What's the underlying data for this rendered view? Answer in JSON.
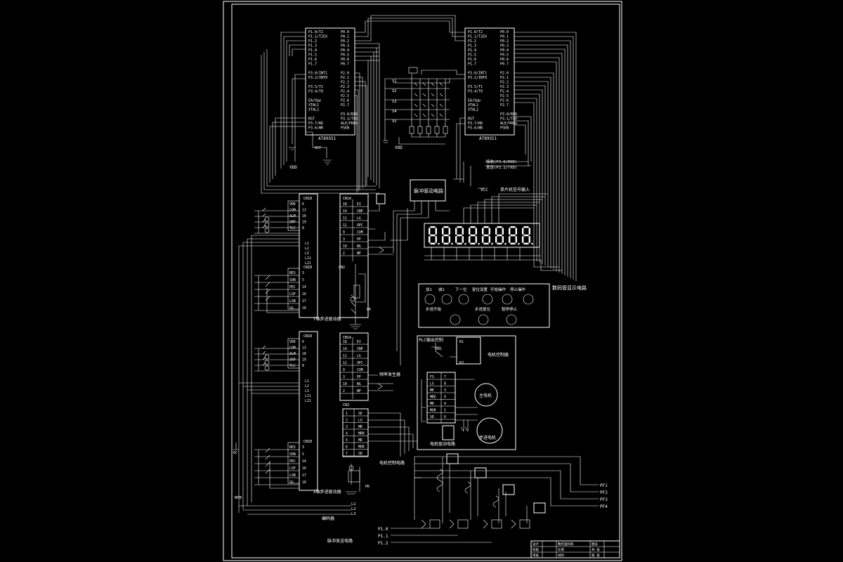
{
  "mcu_pins": {
    "left": [
      "P1.0/T2",
      "P1.1/T2EX",
      "P1.2",
      "P1.3",
      "P1.4",
      "P1.5",
      "P1.6",
      "P1.7",
      "",
      "P3.0/INT1",
      "P3.2/INT0",
      "",
      "P3.5/T1",
      "P3.4/T0",
      "",
      "EA/Vpp",
      "XTAL1",
      "XTAL2",
      "",
      "RST",
      "P3.7/RD",
      "P3.6/WR"
    ],
    "right": [
      "P0.0",
      "P0.1",
      "P0.2",
      "P0.3",
      "P0.4",
      "P0.5",
      "P0.6",
      "P0.7",
      "",
      "P2.0",
      "P2.1",
      "P2.2",
      "P2.3",
      "P2.4",
      "P2.5",
      "P2.6",
      "P2.7",
      "",
      "P3.0/RXD",
      "P3.1/TXD",
      "ALE/PROG",
      "PSEN"
    ],
    "chip1": "AT89S51",
    "chip2": "AT89S51"
  },
  "labels": {
    "vdd1": "VDD",
    "vdd2": "VDD",
    "vcc": "VCC",
    "matrix_keys": [
      "S1",
      "S2",
      "S3",
      "S4",
      "S5"
    ],
    "serial": [
      "接收(P3.0/RXD)",
      "发送(P3.1/TXD)"
    ],
    "mcu_signal": "单片机信号输入",
    "pulse_box": "脉冲驱动电路",
    "display_circuit": "数码管显示电路",
    "cn1": "CN1A",
    "cn3": "CN3",
    "cn2": "CN2",
    "pk": "PK",
    "driver_y": "Y轴步进驱动器",
    "driver_x": "X轴步进驱动器",
    "encoder": "编码器",
    "motor_control": "电机控制电路",
    "freq_in": "频率发生器",
    "plc": "PLC输出控制",
    "motor1": "主电机",
    "motor2": "步进电机",
    "inverter": "电机控制器",
    "servo_circuit": "电机驱动电路",
    "pulse_out": "脉冲发送电路",
    "nfb": "NFB",
    "phase": [
      "L1",
      "L2",
      "L3"
    ],
    "p_out": [
      "P1.0",
      "P1.1",
      "P1.2"
    ],
    "pf_out": [
      "PF1",
      "PF2",
      "PF3",
      "PF4"
    ]
  },
  "cn1_pins": {
    "left": [
      "VDD",
      "COM",
      "ALM",
      "SRP",
      "TLC"
    ],
    "left_num": [
      "6",
      "13",
      "10",
      "19",
      "8"
    ],
    "mid": [
      "L1",
      "L2",
      "L3",
      "L11",
      "L21"
    ],
    "bottom": [
      "RES",
      "SON",
      "PEC",
      "LSP",
      "LSN",
      "SG"
    ],
    "bottom_num": [
      "3",
      "5",
      "14",
      "16",
      "17",
      "10"
    ]
  },
  "cn_right": {
    "name": [
      "EI",
      "INP",
      "LG",
      "OPC",
      "COM",
      "PP",
      "NG",
      "NP"
    ],
    "num": [
      "18",
      "19",
      "11",
      "12",
      "9",
      "3",
      "10",
      "2"
    ]
  },
  "cn3_pins": {
    "num": [
      "1",
      "2",
      "3",
      "4",
      "5",
      "6",
      "7"
    ],
    "name": [
      "SE",
      "LG",
      "MR",
      "MRR",
      "MD",
      "MOR",
      "SD"
    ]
  },
  "inv_pins": {
    "name": [
      "FS",
      "LG",
      "ME",
      "MRE",
      "MD",
      "MOR",
      "SD"
    ],
    "num": [
      "7",
      "8",
      "3",
      "9",
      "4",
      "5",
      "6"
    ]
  },
  "panel": {
    "row1": [
      "加1",
      "减1",
      "下一位",
      "复位设置",
      "开始操作",
      "停止操作"
    ],
    "row2": [
      "步进开始",
      "步进复位",
      "暂停停止"
    ]
  },
  "title_block": {
    "cells": [
      "设计",
      "校核",
      "审核",
      "数控送料机",
      "比例",
      "材料",
      "图号",
      "共 张",
      "第 张"
    ]
  }
}
